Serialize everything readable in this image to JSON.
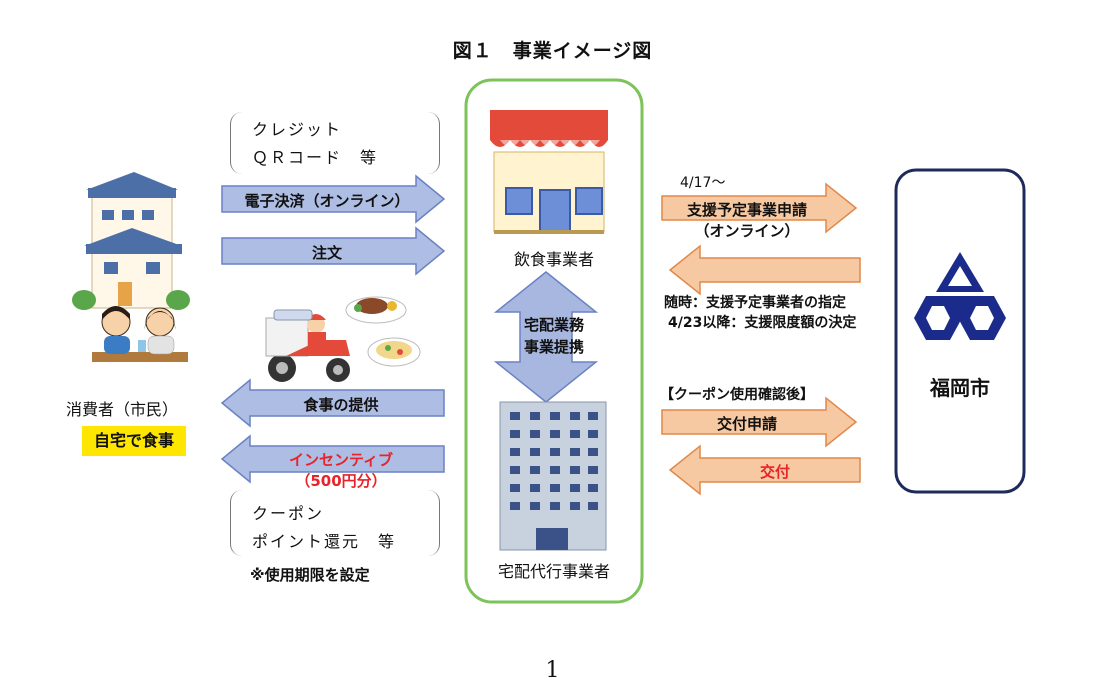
{
  "figure_title": "図１　事業イメージ図",
  "consumer": {
    "label": "消費者（市民）",
    "badge": "自宅で食事",
    "badge_color": "#ffe600"
  },
  "payment_methods": {
    "line1": "クレジット",
    "line2": "ＱＲコード　等"
  },
  "flows_to_restaurant": {
    "payment": "電子決済（オンライン）",
    "order": "注文"
  },
  "flows_to_consumer": {
    "meal": "食事の提供",
    "incentive_line1": "インセンティブ",
    "incentive_line2": "（500円分）",
    "incentive_color": "#e8232a"
  },
  "incentive_forms": {
    "line1": "クーポン",
    "line2": "ポイント還元　等",
    "note": "※使用期限を設定"
  },
  "restaurant": {
    "label": "飲食事業者"
  },
  "partnership": {
    "line1": "宅配業務",
    "line2": "事業提携"
  },
  "delivery_company": {
    "label": "宅配代行事業者"
  },
  "city": {
    "label": "福岡市",
    "emblem": "fukuoka-city-emblem"
  },
  "flows_city": {
    "date1": "4/17～",
    "apply_line1": "支援予定事業申請",
    "apply_line2": "（オンライン）",
    "designate_line1": "随時：支援予定事業者の指定",
    "designate_line2": "4/23以降：支援限度額の決定",
    "after_coupon": "【クーポン使用確認後】",
    "grant_application": "交付申請",
    "grant": "交付"
  },
  "colors": {
    "blue_arrow": "#aebde3",
    "blue_arrow_stroke": "#6a82c4",
    "orange_arrow": "#f7c9a3",
    "orange_arrow_stroke": "#e0884a",
    "center_border": "#7cc35a",
    "city_border": "#1e2a5a",
    "emblem_color": "#1a2b8c"
  },
  "page_number": "1"
}
